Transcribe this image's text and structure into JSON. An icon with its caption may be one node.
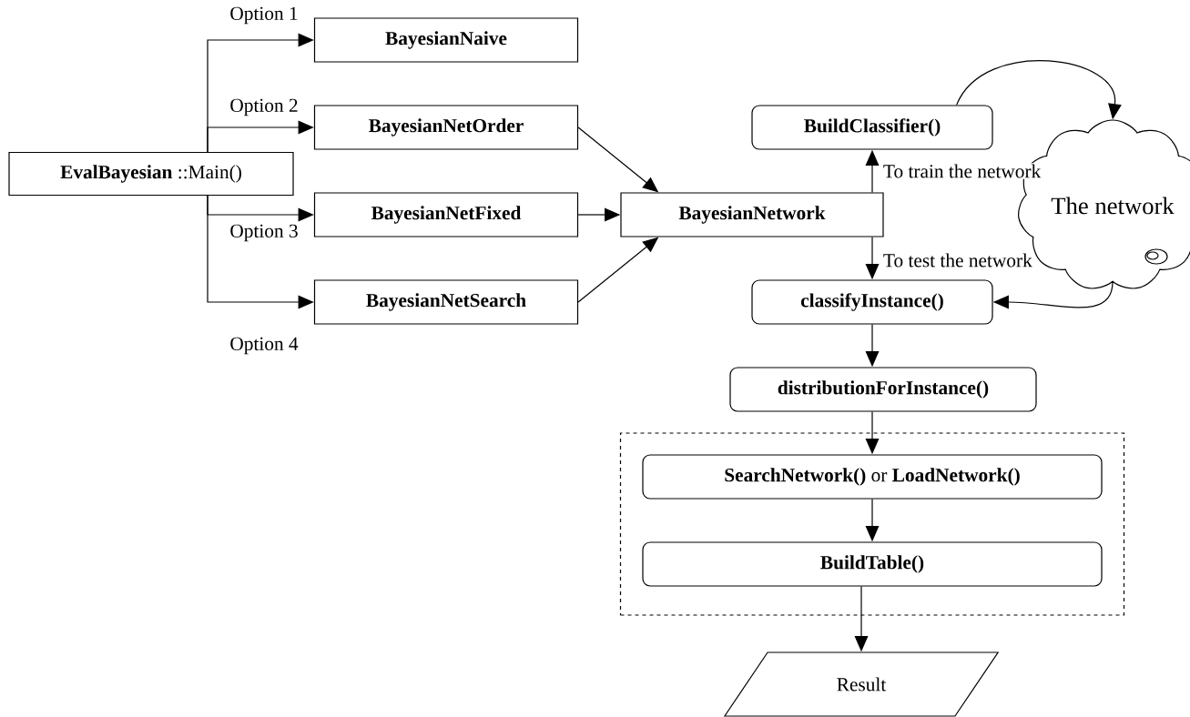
{
  "diagram": {
    "nodes": [
      {
        "text": [
          "**EvalBayesian** ::Main()"
        ]
      },
      {
        "text": [
          "BayesianNaive"
        ]
      },
      {
        "text": [
          "BayesianNetOrder"
        ]
      },
      {
        "text": [
          "BayesianNetFixed"
        ]
      },
      {
        "text": [
          "BayesianNetSearch"
        ]
      },
      {
        "text": [
          "BayesianNetwork"
        ]
      },
      {
        "text": [
          "BuildClassifier()"
        ]
      },
      {
        "text": [
          "classifyInstance()"
        ]
      },
      {
        "text": [
          "distributionForInstance()"
        ]
      },
      {
        "text": [],
        "shape": "box"
      },
      {
        "text": [
          "**SearchNetwork()** or **LoadNetwork()**"
        ],
        "in": 9
      },
      {
        "text": [
          "BuildTable()"
        ],
        "in": 9
      },
      {
        "text": [
          "Result"
        ]
      },
      {
        "text": [
          "The network"
        ]
      }
    ],
    "edges": [
      {
        "from": 0,
        "to": 1,
        "arrow": "to",
        "label": "Option 1"
      },
      {
        "from": 0,
        "to": 2,
        "arrow": "to",
        "label": "Option 2"
      },
      {
        "from": 0,
        "to": 3,
        "arrow": "to",
        "label": "Option 3"
      },
      {
        "from": 0,
        "to": 4,
        "arrow": "to",
        "label": "Option 4"
      },
      {
        "from": 2,
        "to": 5,
        "arrow": "to"
      },
      {
        "from": 3,
        "to": 5,
        "arrow": "to"
      },
      {
        "from": 4,
        "to": 5,
        "arrow": "to"
      },
      {
        "from": 5,
        "to": 6,
        "arrow": "to",
        "label": "To train the network"
      },
      {
        "from": 5,
        "to": 7,
        "arrow": "to",
        "label": "To test the network"
      },
      {
        "from": 7,
        "to": 8,
        "arrow": "to"
      },
      {
        "from": 8,
        "to": 10,
        "arrow": "to"
      },
      {
        "from": 10,
        "to": 11,
        "arrow": "to"
      },
      {
        "from": 11,
        "to": 12,
        "arrow": "to"
      },
      {
        "from": 6,
        "to": 13,
        "arrow": "to"
      },
      {
        "from": 13,
        "to": 7,
        "arrow": "to"
      }
    ]
  }
}
